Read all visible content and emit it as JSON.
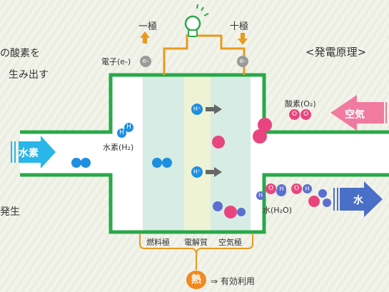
{
  "left_text": {
    "line1": "の酸素を",
    "line2": "生み出す",
    "line3": "発生"
  },
  "title": "<発電原理>",
  "electrodes": {
    "negative": "一極",
    "positive": "十極"
  },
  "electron_label": "電子(e-)",
  "electron_symbol": "e-",
  "hydrogen_input": "水素",
  "hydrogen_label": "水素(H₂)",
  "oxygen_label": "酸素(O₂)",
  "air_input": "空気",
  "water_label": "水(H₂O)",
  "water_output": "水",
  "proton_symbol": "H⁺",
  "atom_H": "H",
  "atom_O": "O",
  "layers": [
    "燃料極",
    "電解質",
    "空気極"
  ],
  "heat_label": "熱",
  "heat_use": "⇒ 有効利用",
  "colors": {
    "frame": "#2aa84a",
    "anode": "#d6ece4",
    "electrolyte": "#eef3d6",
    "cathode": "#d8ece6",
    "hydrogen": "#1e8fe0",
    "oxygen": "#e8457f",
    "water_blue": "#5b6fd0",
    "wire": "#e89a1e",
    "air_arrow": "#f07aa0",
    "h2_arrow": "#29b6e8",
    "water_arrow": "#4a6fc7"
  }
}
